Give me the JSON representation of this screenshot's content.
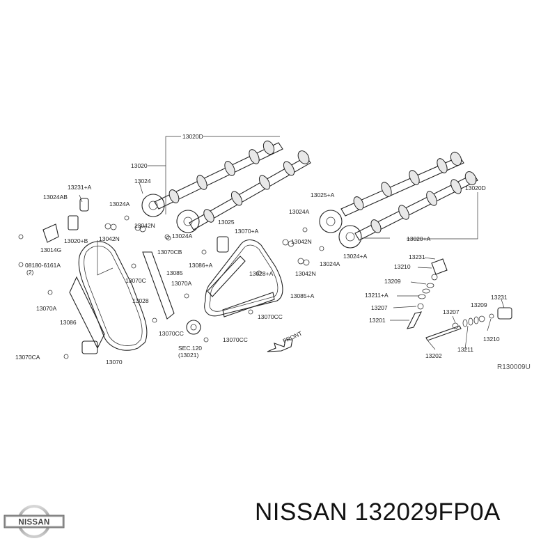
{
  "diagram": {
    "labels": [
      "13020D",
      "13020",
      "13024",
      "13231+A",
      "13024AB",
      "13024A",
      "13020+B",
      "13014G",
      "08180-6161A",
      "(2)",
      "13042N",
      "13024A",
      "13025",
      "13042N",
      "13070CB",
      "13070+A",
      "13086+A",
      "13085",
      "13070C",
      "13028",
      "13070A",
      "13070A",
      "13086",
      "13070CC",
      "13028+A",
      "13085+A",
      "13070CC",
      "SEC.120",
      "(13021)",
      "13070CC",
      "13070CA",
      "13070",
      "13025+A",
      "13024A",
      "13020D",
      "13042N",
      "13024A",
      "13024+A",
      "13042N",
      "13020+A",
      "13231",
      "13210",
      "13209",
      "13211+A",
      "13207",
      "13201",
      "13207",
      "13209",
      "13231",
      "13211",
      "13210",
      "13202"
    ],
    "front_label": "FRONT",
    "ref_code": "R130009U"
  },
  "caption": {
    "brand": "NISSAN",
    "part_number": "132029FP0A"
  },
  "logo": {
    "text": "NISSAN"
  }
}
